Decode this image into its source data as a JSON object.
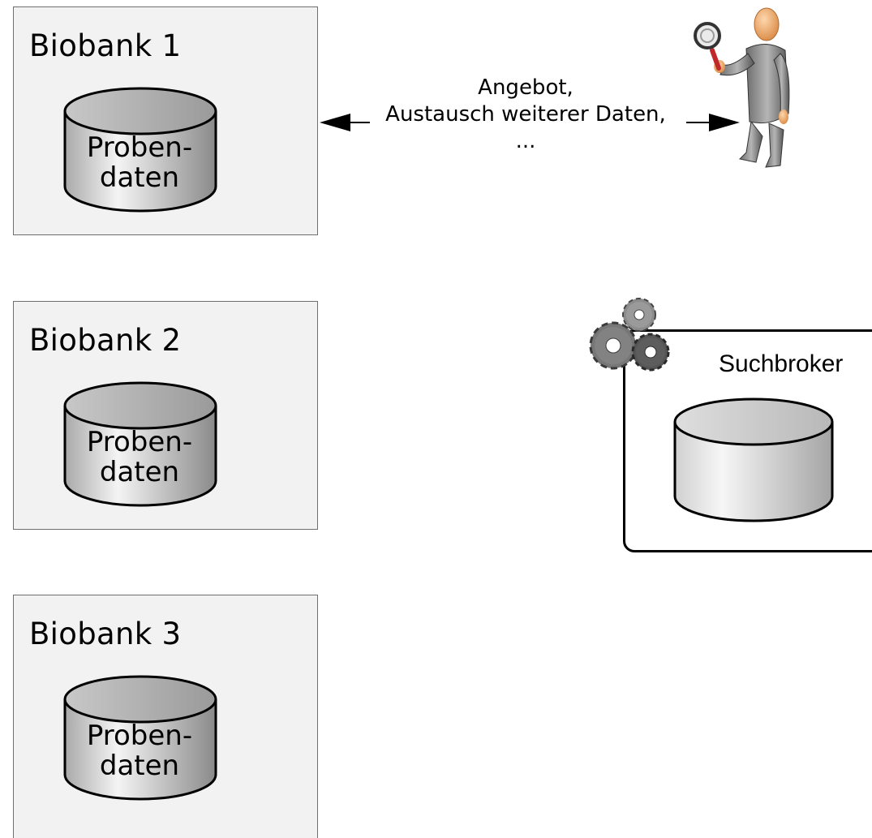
{
  "biobanks": [
    {
      "title": "Biobank 1",
      "db_line1": "Proben-",
      "db_line2": "daten"
    },
    {
      "title": "Biobank 2",
      "db_line1": "Proben-",
      "db_line2": "daten"
    },
    {
      "title": "Biobank 3",
      "db_line1": "Proben-",
      "db_line2": "daten"
    }
  ],
  "exchange": {
    "line1": "Angebot,",
    "line2": "Austausch weiterer Daten,",
    "line3": "..."
  },
  "broker": {
    "label": "Suchbroker"
  },
  "icons": {
    "researcher": "researcher-with-magnifier-icon",
    "gears": "gears-icon"
  },
  "colors": {
    "biobank_fill": "#f2f2f2",
    "cylinder_light": "#f4f4f4",
    "cylinder_dark": "#8a8a8a"
  }
}
